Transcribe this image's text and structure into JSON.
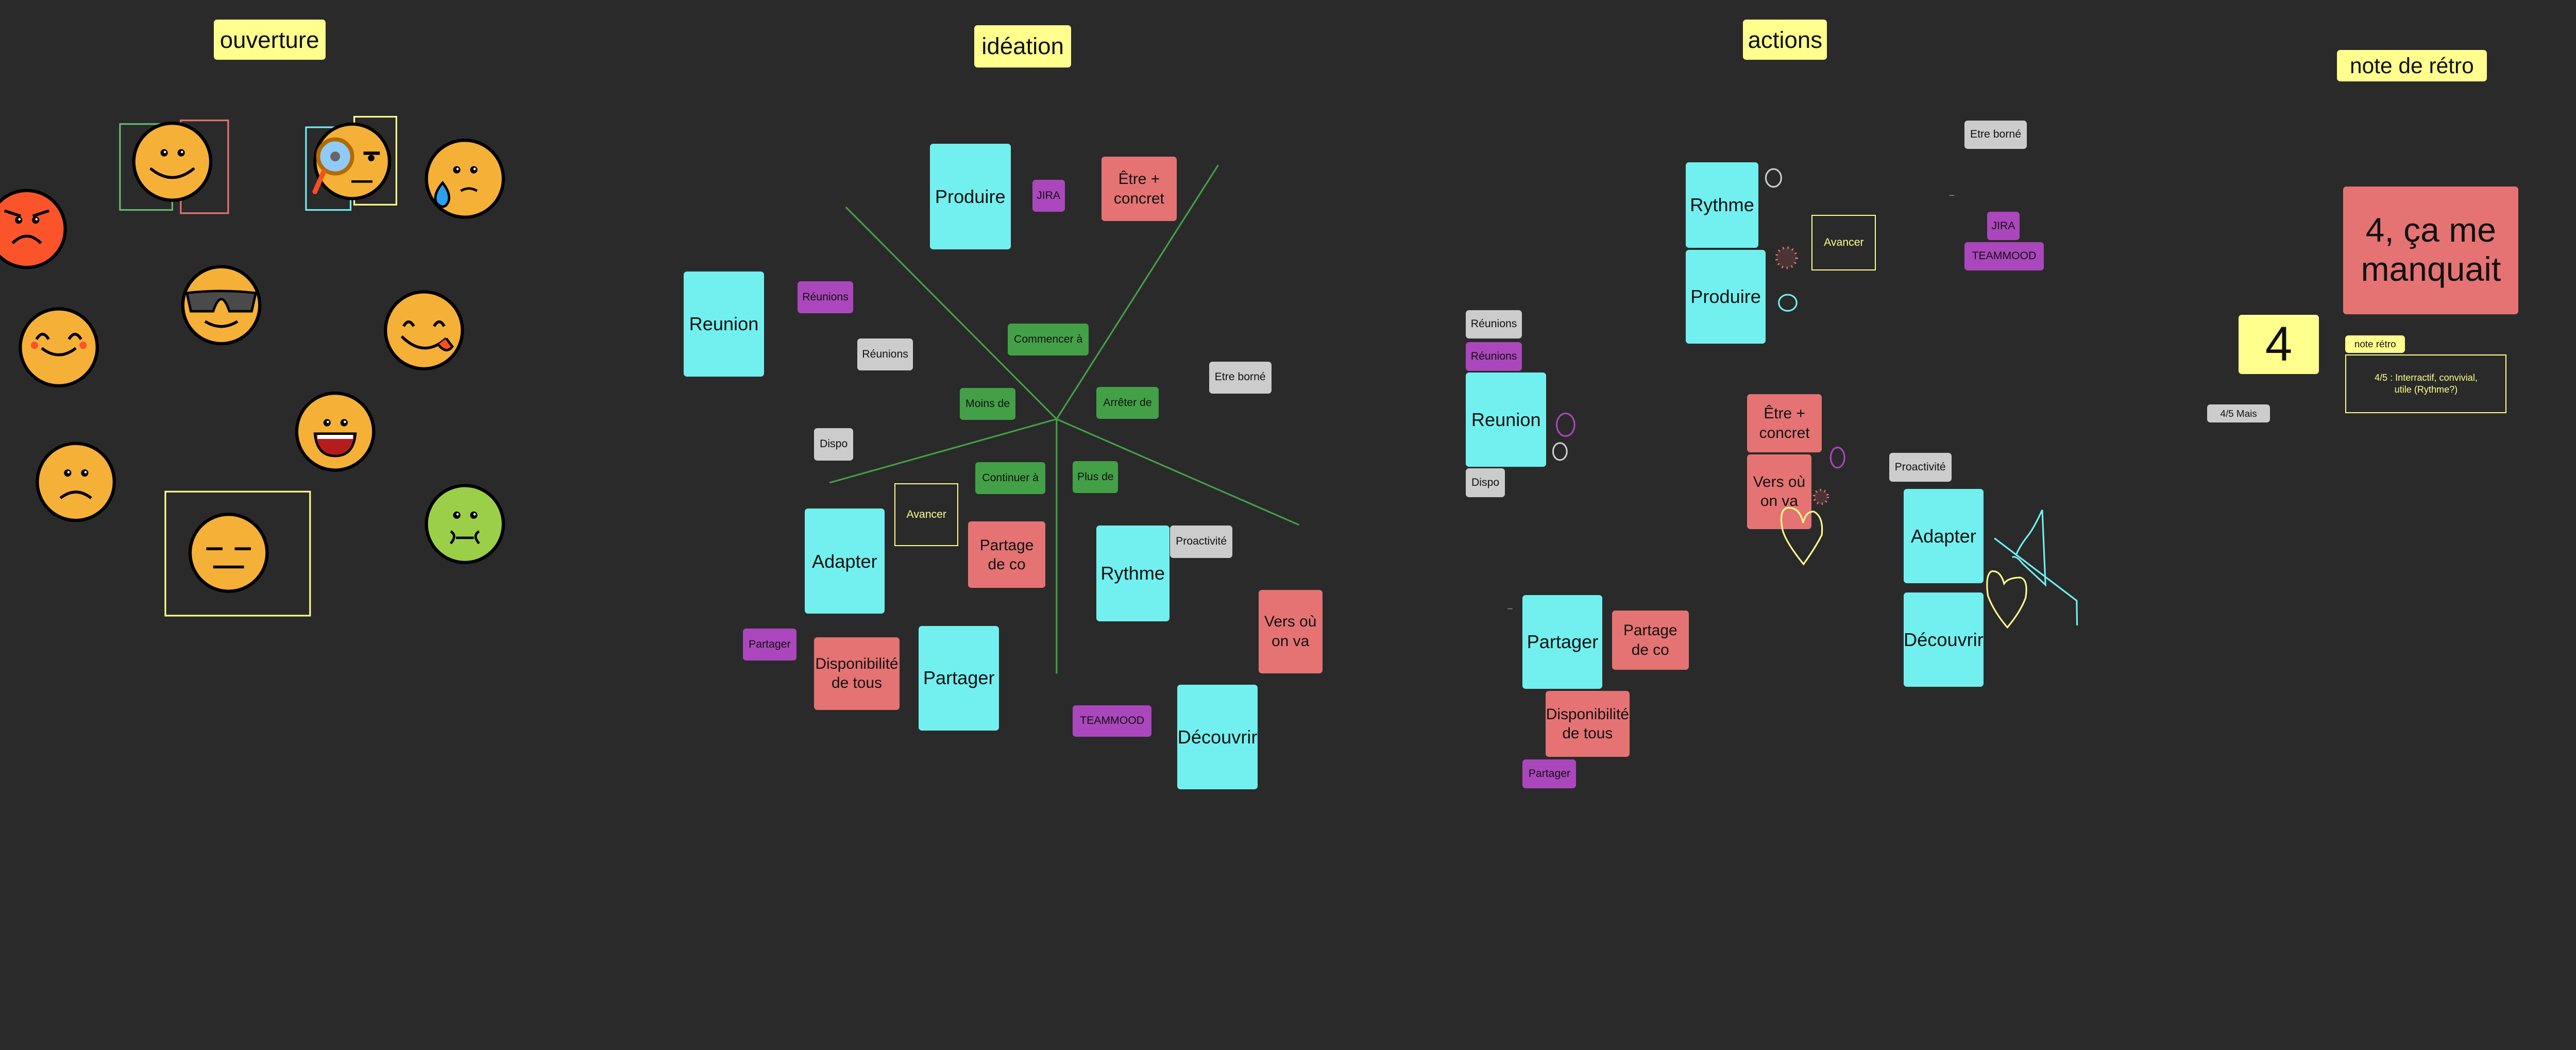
{
  "sections": {
    "ouverture": "ouverture",
    "ideation": "idéation",
    "actions": "actions",
    "note": "note de rétro"
  },
  "colors": {
    "background": "#2a2a2a",
    "cyan_note": "#72f0f0",
    "red_note": "#e57373",
    "purple_tag": "#ab47bc",
    "grey_tag": "#cccccc",
    "green_tag": "#43a047",
    "yellow": "#ffff8d"
  },
  "ouverture": {
    "emojis": [
      "happy-face",
      "monocle-face",
      "sad-tear-face",
      "angry-face",
      "cool-sunglasses-face",
      "blushing-face",
      "yum-tongue-face",
      "grinning-face",
      "worried-face",
      "expressionless-face",
      "sick-face"
    ]
  },
  "ideation": {
    "notes": [
      "Produire",
      "JIRA",
      "Être +\nconcret",
      "Reunion",
      "Réunions",
      "Réunions",
      "Commencer à",
      "Etre borné",
      "Moins de",
      "Arrêter de",
      "Dispo",
      "Continuer à",
      "Plus de",
      "Avancer",
      "Adapter",
      "Partage\nde co",
      "Rythme",
      "Proactivité",
      "Vers où\non va",
      "Partager",
      "Disponibilité\nde tous",
      "Partager",
      "TEAMMOOD",
      "Découvrir"
    ]
  },
  "actions": {
    "notes": [
      "Etre borné",
      "Rythme",
      "Avancer",
      "Produire",
      "JIRA",
      "TEAMMOOD",
      "Réunions",
      "Réunions",
      "Reunion",
      "Dispo",
      "Être +\nconcret",
      "Vers où\non va",
      "Proactivité",
      "Adapter",
      "Découvrir",
      "Partager",
      "Partage\nde co",
      "Disponibilité\nde tous",
      "Partager"
    ]
  },
  "note_retro": {
    "big_note": "4, ça me\nmanquait",
    "score": "4",
    "label": "note rétro",
    "comment": "4/5 : Interractif, convivial,\nutile (Rythme?)",
    "mais": "4/5 Mais"
  }
}
